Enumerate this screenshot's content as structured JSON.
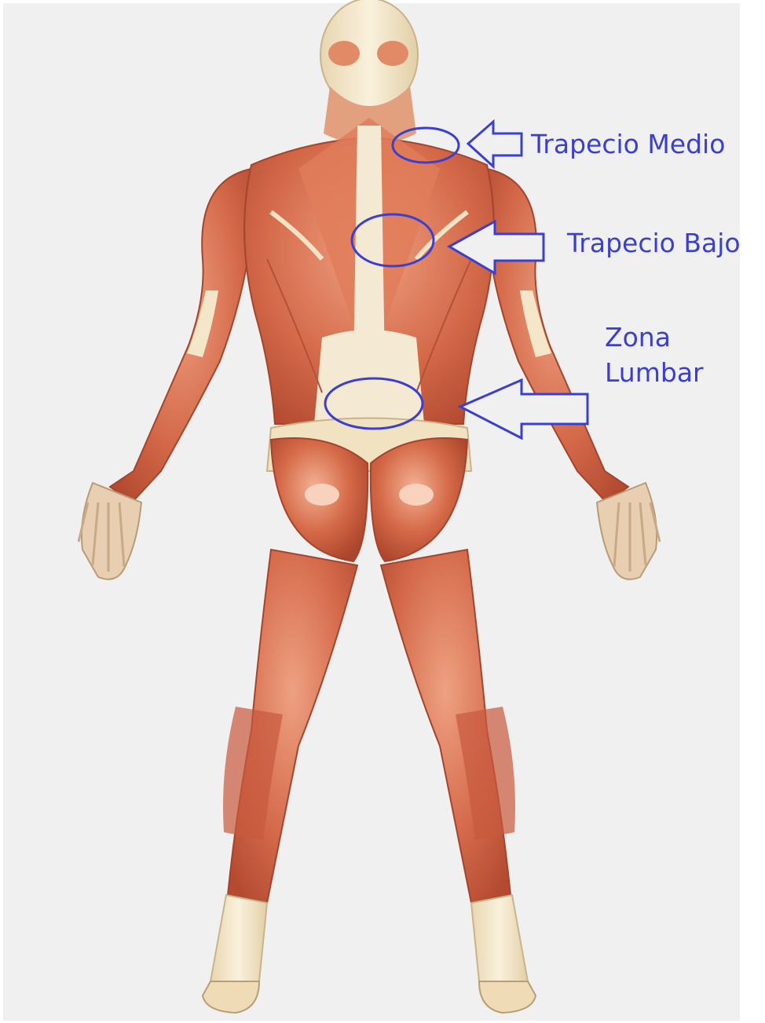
{
  "annotations": {
    "trapecio_medio": "Trapecio Medio",
    "trapecio_bajo": "Trapecio Bajo",
    "zona_lumbar": "Zona\nLumbar"
  },
  "colors": {
    "annotation": "#3b3fd0",
    "muscle": "#d4694a",
    "muscle_light": "#e89a78",
    "tendon": "#f1e3c4",
    "skin_bone": "#f3e6c8",
    "background": "#f0f0f0"
  }
}
